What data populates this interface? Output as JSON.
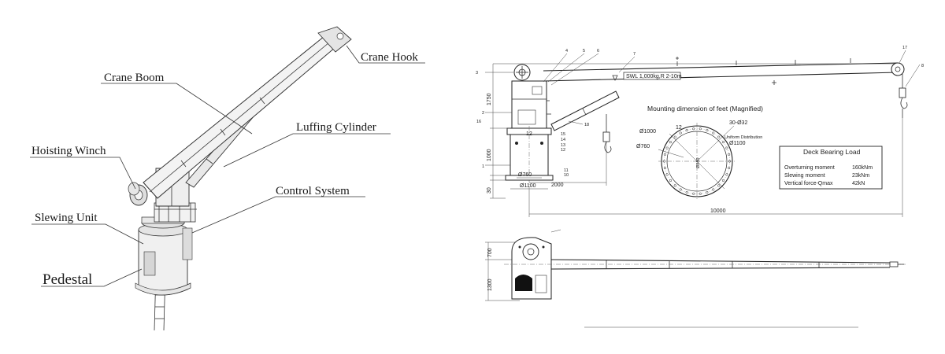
{
  "crane_3d": {
    "labels": {
      "crane_hook": "Crane Hook",
      "crane_boom": "Crane Boom",
      "luffing_cylinder": "Luffing Cylinder",
      "hoisting_winch": "Hoisting Winch",
      "control_system": "Control System",
      "slewing_unit": "Slewing Unit",
      "pedestal": "Pedestal"
    }
  },
  "elevation": {
    "swl": "SWL 1,000kg,R 2-10m",
    "mounting_title": "Mounting dimension of feet (Magnified)",
    "feet": {
      "bolts": "30-Ø32",
      "n12": "12",
      "d1000": "Ø1000",
      "d760": "Ø760",
      "d1100": "Ø1100",
      "d860": "Ø860",
      "uniform": "Uniform Distribution"
    },
    "dims": {
      "h1750": "1750",
      "h1000": "1000",
      "h30": "30",
      "w2000": "2000",
      "w10000": "10000",
      "d760": "Ø760",
      "d1100": "Ø1100",
      "n12": "12"
    },
    "callouts": [
      "1",
      "2",
      "3",
      "4",
      "5",
      "6",
      "7",
      "8",
      "10",
      "11",
      "12",
      "13",
      "14",
      "15",
      "16",
      "17",
      "18"
    ],
    "table": {
      "title": "Deck Bearing Load",
      "rows": [
        {
          "label": "Overturning moment",
          "value": "160kNm"
        },
        {
          "label": "Slewing moment",
          "value": "23kNm"
        },
        {
          "label": "Vertical force-Qmax",
          "value": "42kN"
        }
      ]
    }
  },
  "plan": {
    "dims": {
      "d700": "700",
      "d1300": "1300"
    }
  }
}
